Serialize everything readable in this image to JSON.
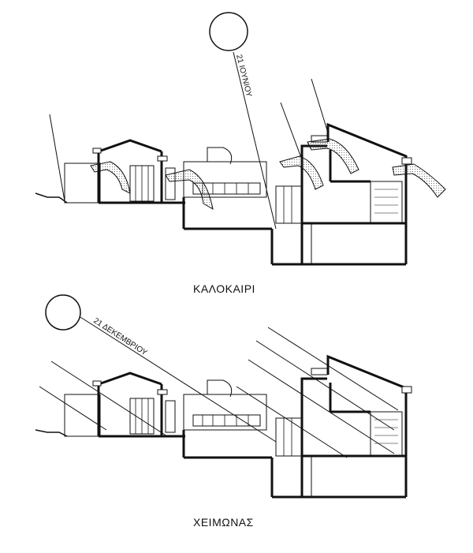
{
  "top_section": {
    "caption": "ΚΑΛΟΚΑΙΡΙ",
    "sun_label": "21 ΙΟΥΝΙΟΥ"
  },
  "bottom_section": {
    "caption": "ΧΕΙΜΩΝΑΣ",
    "sun_label": "21 ΔΕΚΕΜΒΡΙΟΥ"
  }
}
